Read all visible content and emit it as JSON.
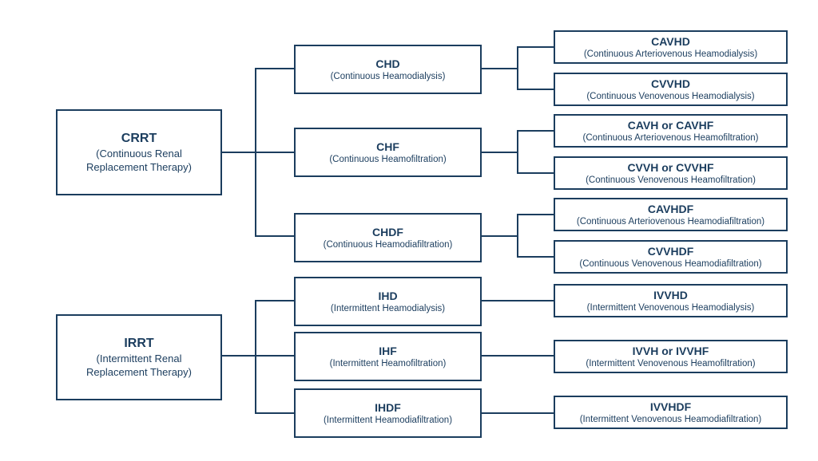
{
  "colors": {
    "primary": "#1b3d5e",
    "background": "#ffffff"
  },
  "crrt": {
    "abbr": "CRRT",
    "full": "(Continuous Renal Replacement Therapy)",
    "chd": {
      "abbr": "CHD",
      "full": "(Continuous Heamodialysis)"
    },
    "chf": {
      "abbr": "CHF",
      "full": "(Continuous Heamofiltration)"
    },
    "chdf": {
      "abbr": "CHDF",
      "full": "(Continuous Heamodiafiltration)"
    },
    "cavhd": {
      "abbr": "CAVHD",
      "full": "(Continuous Arteriovenous Heamodialysis)"
    },
    "cvvhd": {
      "abbr": "CVVHD",
      "full": "(Continuous Venovenous Heamodialysis)"
    },
    "cavh": {
      "abbr": "CAVH or CAVHF",
      "full": "(Continuous Arteriovenous Heamofiltration)"
    },
    "cvvh": {
      "abbr": "CVVH or CVVHF",
      "full": "(Continuous Venovenous Heamofiltration)"
    },
    "cavhdf": {
      "abbr": "CAVHDF",
      "full": "(Continuous Arteriovenous Heamodiafiltration)"
    },
    "cvvhdf": {
      "abbr": "CVVHDF",
      "full": "(Continuous Venovenous Heamodiafiltration)"
    }
  },
  "irrt": {
    "abbr": "IRRT",
    "full": "(Intermittent Renal Replacement Therapy)",
    "ihd": {
      "abbr": "IHD",
      "full": "(Intermittent Heamodialysis)"
    },
    "ihf": {
      "abbr": "IHF",
      "full": "(Intermittent Heamofiltration)"
    },
    "ihdf": {
      "abbr": "IHDF",
      "full": "(Intermittent Heamodiafiltration)"
    },
    "ivvhd": {
      "abbr": "IVVHD",
      "full": "(Intermittent Venovenous Heamodialysis)"
    },
    "ivvh": {
      "abbr": "IVVH or IVVHF",
      "full": "(Intermittent Venovenous Heamofiltration)"
    },
    "ivvhdf": {
      "abbr": "IVVHDF",
      "full": "(Intermittent Venovenous Heamodiafiltration)"
    }
  }
}
